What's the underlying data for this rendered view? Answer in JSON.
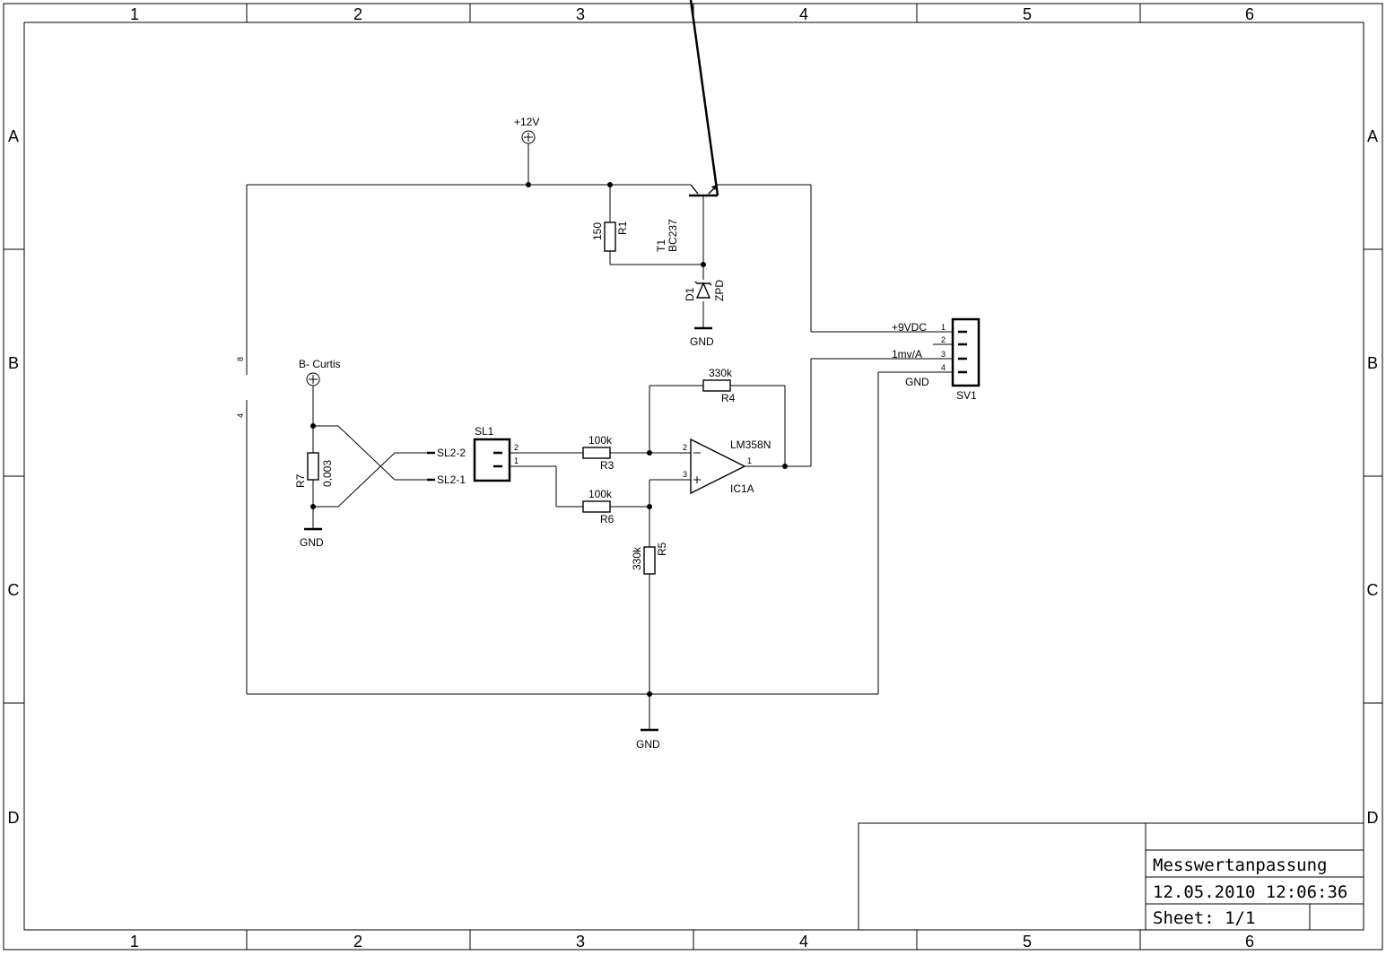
{
  "frame": {
    "columns": [
      "1",
      "2",
      "3",
      "4",
      "5",
      "6"
    ],
    "rows": [
      "A",
      "B",
      "C",
      "D"
    ]
  },
  "power": {
    "vcc_label": "+12V",
    "batt_label": "B- Curtis"
  },
  "components": {
    "r1": {
      "ref": "R1",
      "value": "150"
    },
    "t1": {
      "ref": "T1",
      "value": "BC237"
    },
    "d1": {
      "ref": "D1",
      "value": "ZPD"
    },
    "r3": {
      "ref": "R3",
      "value": "100k"
    },
    "r4": {
      "ref": "R4",
      "value": "330k"
    },
    "r5": {
      "ref": "R5",
      "value": "330k"
    },
    "r6": {
      "ref": "R6",
      "value": "100k"
    },
    "r7": {
      "ref": "R7",
      "value": "0,003"
    },
    "ic1": {
      "ref": "IC1A",
      "value": "LM358N",
      "pin_minus": "2",
      "pin_plus": "3",
      "pin_out": "1",
      "pins_left": [
        "8",
        "4"
      ]
    },
    "sl1": {
      "ref": "SL1",
      "pins": [
        "2",
        "1"
      ]
    },
    "sv1": {
      "ref": "SV1",
      "pins": [
        "1",
        "2",
        "3",
        "4"
      ]
    }
  },
  "nets": {
    "gnd": "GND",
    "sl2_2": "SL2-2",
    "sl2_1": "SL2-1",
    "sv_9vdc": "+9VDC",
    "sv_1mv": "1mv/A",
    "sv_gnd": "GND"
  },
  "title_block": {
    "title": "Messwertanpassung",
    "datetime": "12.05.2010 12:06:36",
    "sheet": "Sheet: 1/1"
  }
}
